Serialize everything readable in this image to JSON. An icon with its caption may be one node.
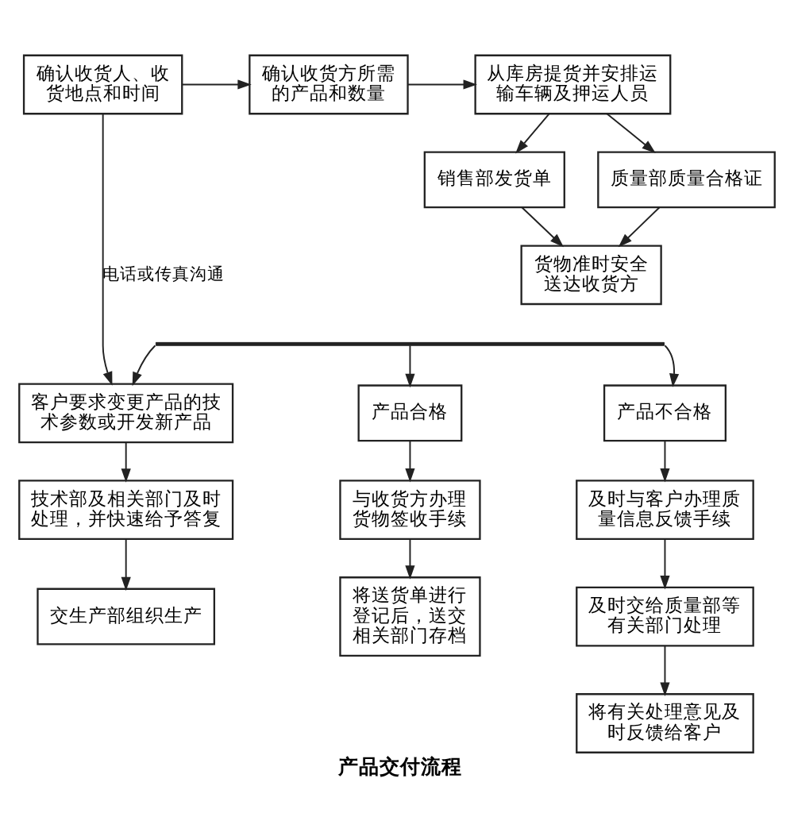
{
  "diagram": {
    "caption": "产品交付流程",
    "nodes": [
      {
        "text": [
          "确认收货人、收货地点和时间"
        ]
      },
      {
        "text": [
          "确认收货方所需的产品和数量"
        ]
      },
      {
        "text": [
          "从库房提货并安排运输车辆及押运人员"
        ]
      },
      {
        "text": [
          "销售部发货单"
        ]
      },
      {
        "text": [
          "质量部质量合格证"
        ]
      },
      {
        "text": [
          "货物准时安全送达收货方"
        ]
      },
      {
        "text": [],
        "shape": "bar"
      },
      {
        "text": [
          "客户要求变更产品的技术参数或开发新产品"
        ]
      },
      {
        "text": [
          "产品合格"
        ]
      },
      {
        "text": [
          "产品不合格"
        ]
      },
      {
        "text": [
          "技术部及相关部门及时处理，并快速给予答复"
        ]
      },
      {
        "text": [
          "与收货方办理货物签收手续"
        ]
      },
      {
        "text": [
          "及时与客户办理质量信息反馈手续"
        ]
      },
      {
        "text": [
          "交生产部组织生产"
        ]
      },
      {
        "text": [
          "将送货单进行登记后，送交相关部门存档"
        ]
      },
      {
        "text": [
          "及时交给质量部等有关部门处理"
        ]
      },
      {
        "text": [
          "将有关处理意见及时反馈给客户"
        ]
      }
    ],
    "edges": [
      {
        "from": 0,
        "to": 1,
        "arrow": "to"
      },
      {
        "from": 1,
        "to": 2,
        "arrow": "to"
      },
      {
        "from": 2,
        "to": 3,
        "arrow": "to"
      },
      {
        "from": 2,
        "to": 4,
        "arrow": "to"
      },
      {
        "from": 3,
        "to": 5,
        "arrow": "to"
      },
      {
        "from": 4,
        "to": 5,
        "arrow": "to"
      },
      {
        "from": 0,
        "to": 7,
        "arrow": "to",
        "label": "电话或传真沟通"
      },
      {
        "from": 6,
        "to": 7,
        "arrow": "to"
      },
      {
        "from": 6,
        "to": 8,
        "arrow": "to"
      },
      {
        "from": 6,
        "to": 9,
        "arrow": "to"
      },
      {
        "from": 7,
        "to": 10,
        "arrow": "to"
      },
      {
        "from": 10,
        "to": 13,
        "arrow": "to"
      },
      {
        "from": 8,
        "to": 11,
        "arrow": "to"
      },
      {
        "from": 11,
        "to": 14,
        "arrow": "to"
      },
      {
        "from": 9,
        "to": 12,
        "arrow": "to"
      },
      {
        "from": 12,
        "to": 15,
        "arrow": "to"
      },
      {
        "from": 15,
        "to": 16,
        "arrow": "to"
      }
    ]
  }
}
